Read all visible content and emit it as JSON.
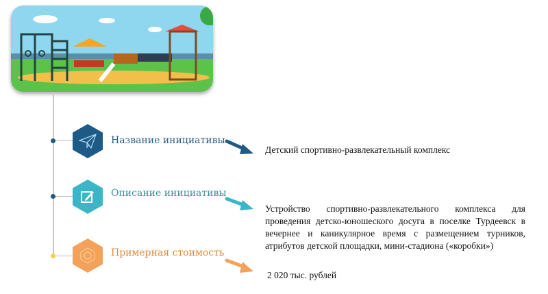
{
  "colors": {
    "dark_blue": "#1d5b86",
    "teal": "#3bb6c6",
    "orange": "#f4a259"
  },
  "items": [
    {
      "label": "Название инициативы",
      "text": "Детский спортивно-развлекательный комплекс",
      "icon": "paper-plane-icon"
    },
    {
      "label": "Описание инициативы",
      "text": "Устройство спортивно-развлекательного комплекса для проведения детско-юношеского досуга в поселке Турдеевск в вечернее и каникулярное время с размещением турников, атрибутов детской площадки, мини-стадиона («коробки»)",
      "icon": "edit-icon"
    },
    {
      "label": "Примерная стоимость",
      "text": "2 020 тыс. рублей",
      "icon": "coin-icon"
    }
  ]
}
